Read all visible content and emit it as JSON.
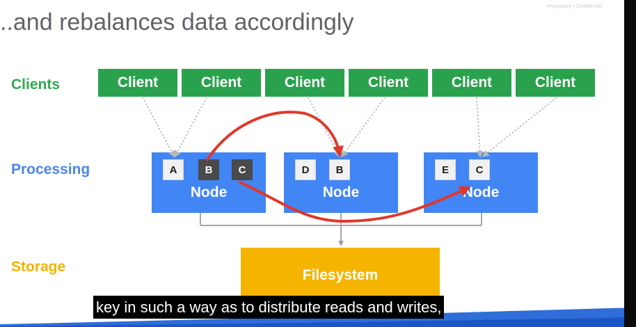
{
  "slide": {
    "title": "..and rebalances data accordingly",
    "watermark": "Proprietary + Confidential"
  },
  "rows": {
    "clients": "Clients",
    "processing": "Processing",
    "storage": "Storage"
  },
  "clients": [
    "Client",
    "Client",
    "Client",
    "Client",
    "Client",
    "Client"
  ],
  "nodes": [
    {
      "label": "Node",
      "shards": [
        "A",
        "B",
        "C"
      ]
    },
    {
      "label": "Node",
      "shards": [
        "D",
        "B"
      ]
    },
    {
      "label": "Node",
      "shards": [
        "E",
        "C"
      ]
    }
  ],
  "storage": {
    "label": "Filesystem"
  },
  "caption": "key in such a way as to distribute reads and writes,",
  "colors": {
    "client": "#2aa14d",
    "node": "#4285f4",
    "storage": "#f5b400",
    "arrow": "#e0382b",
    "shard_moved_from": "#4a4a4a",
    "title": "#5f6368"
  }
}
